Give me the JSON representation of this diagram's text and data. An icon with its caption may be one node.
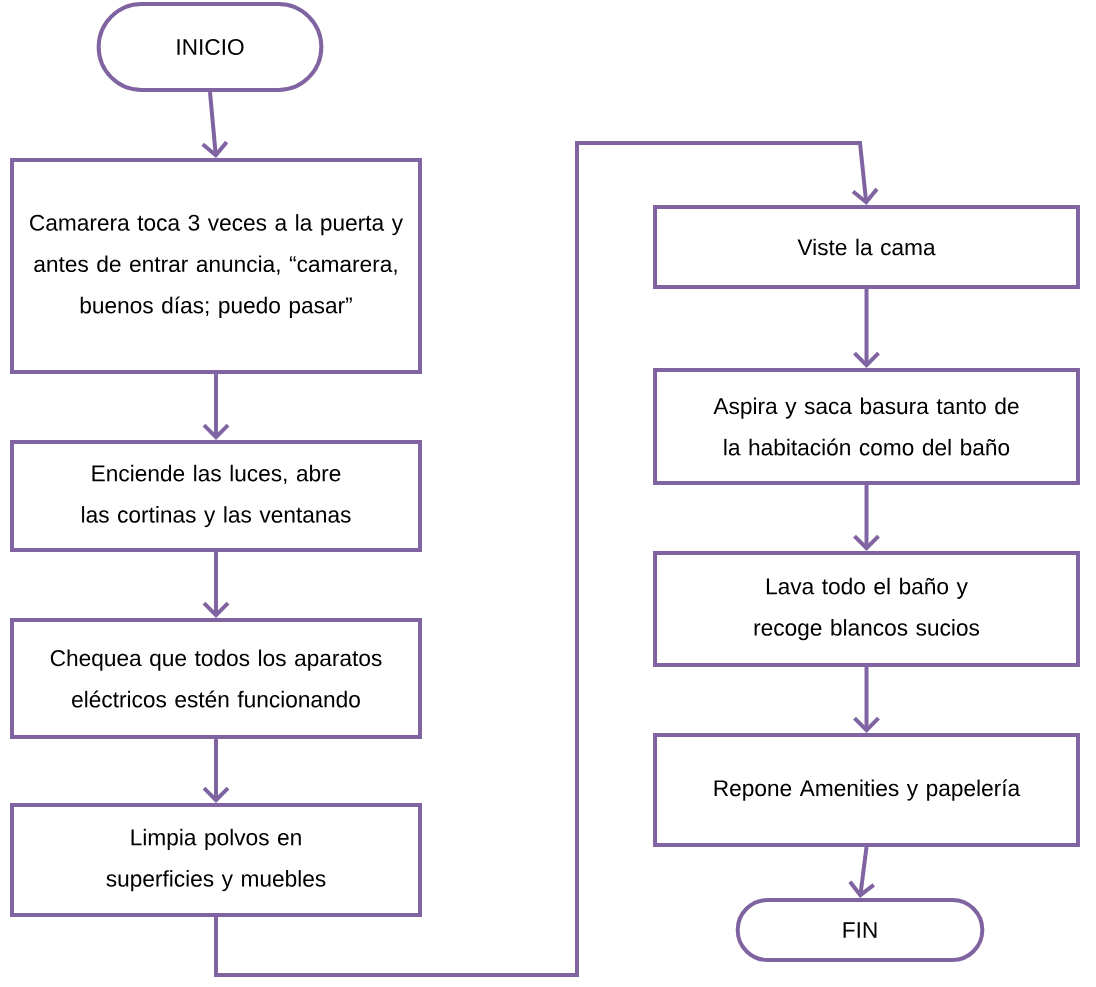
{
  "diagram": {
    "nodes": [
      {
        "text": [
          "INICIO"
        ]
      },
      {
        "text": [
          "Camarera toca 3 veces a la puerta y antes de entrar anuncia, “camarera, buenos días; puedo pasar”"
        ]
      },
      {
        "text": [
          "Enciende las luces, abre las cortinas y las ventanas"
        ]
      },
      {
        "text": [
          "Chequea que todos los aparatos eléctricos estén funcionando"
        ]
      },
      {
        "text": [
          "Limpia polvos en superficies y muebles"
        ]
      },
      {
        "text": [
          "Viste la cama"
        ]
      },
      {
        "text": [
          "Aspira y saca basura tanto de la habitación como del baño"
        ]
      },
      {
        "text": [
          "Lava todo el baño y recoge blancos sucios"
        ]
      },
      {
        "text": [
          "Repone Amenities y papelería"
        ]
      },
      {
        "text": [
          "FIN"
        ]
      }
    ],
    "edges": [
      {
        "from": 0,
        "to": 1,
        "arrow": "to"
      },
      {
        "from": 1,
        "to": 2,
        "arrow": "to"
      },
      {
        "from": 2,
        "to": 3,
        "arrow": "to"
      },
      {
        "from": 3,
        "to": 4,
        "arrow": "to"
      },
      {
        "from": 4,
        "to": 5,
        "arrow": "to"
      },
      {
        "from": 5,
        "to": 6,
        "arrow": "to"
      },
      {
        "from": 6,
        "to": 7,
        "arrow": "to"
      },
      {
        "from": 7,
        "to": 8,
        "arrow": "to"
      },
      {
        "from": 8,
        "to": 9,
        "arrow": "to"
      }
    ]
  }
}
